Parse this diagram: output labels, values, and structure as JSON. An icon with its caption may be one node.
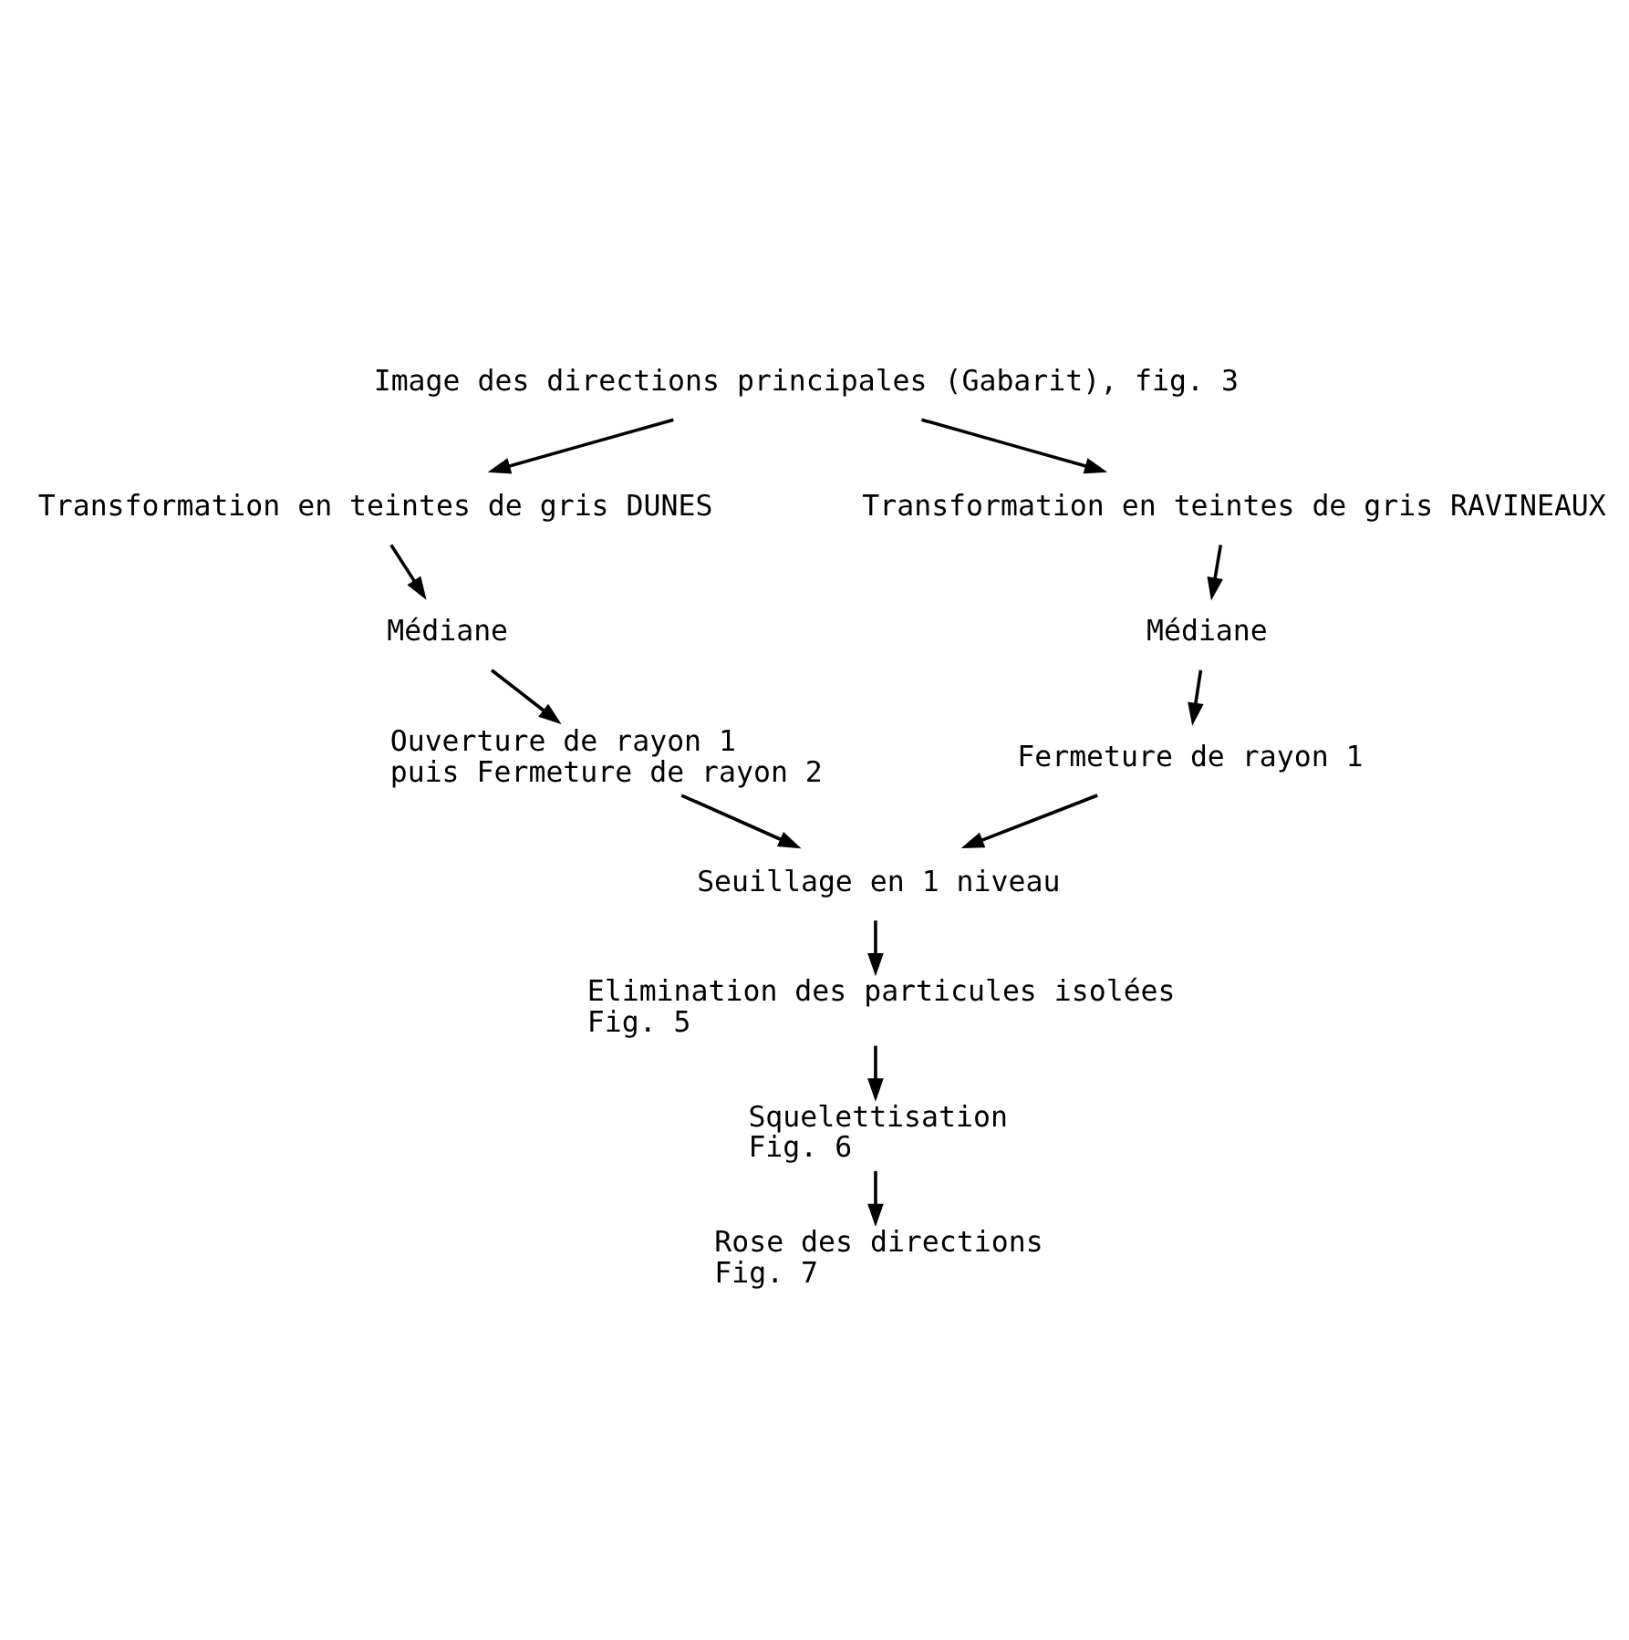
{
  "diagram": {
    "nodes": [
      {
        "text": [
          "Image des directions principales (Gabarit), fig. 3"
        ]
      },
      {
        "text": [
          "Transformation en teintes de gris DUNES"
        ]
      },
      {
        "text": [
          "Médiane"
        ]
      },
      {
        "text": [
          "Ouverture de rayon 1",
          "puis Fermeture de rayon 2"
        ]
      },
      {
        "text": [
          "Transformation en teintes de gris RAVINEAUX"
        ]
      },
      {
        "text": [
          "Médiane"
        ]
      },
      {
        "text": [
          "Fermeture de rayon 1"
        ]
      },
      {
        "text": [
          "Seuillage en 1 niveau"
        ]
      },
      {
        "text": [
          "Elimination des particules isolées",
          "Fig. 5"
        ]
      },
      {
        "text": [
          "Squelettisation",
          "Fig. 6"
        ]
      },
      {
        "text": [
          "Rose des directions",
          "Fig. 7"
        ]
      }
    ],
    "edges": [
      {
        "from": 0,
        "to": 1,
        "arrow": "to"
      },
      {
        "from": 0,
        "to": 4,
        "arrow": "to"
      },
      {
        "from": 1,
        "to": 2,
        "arrow": "to"
      },
      {
        "from": 2,
        "to": 3,
        "arrow": "to"
      },
      {
        "from": 4,
        "to": 5,
        "arrow": "to"
      },
      {
        "from": 5,
        "to": 6,
        "arrow": "to"
      },
      {
        "from": 3,
        "to": 7,
        "arrow": "to"
      },
      {
        "from": 6,
        "to": 7,
        "arrow": "to"
      },
      {
        "from": 7,
        "to": 8,
        "arrow": "to"
      },
      {
        "from": 8,
        "to": 9,
        "arrow": "to"
      },
      {
        "from": 9,
        "to": 10,
        "arrow": "to"
      }
    ]
  }
}
